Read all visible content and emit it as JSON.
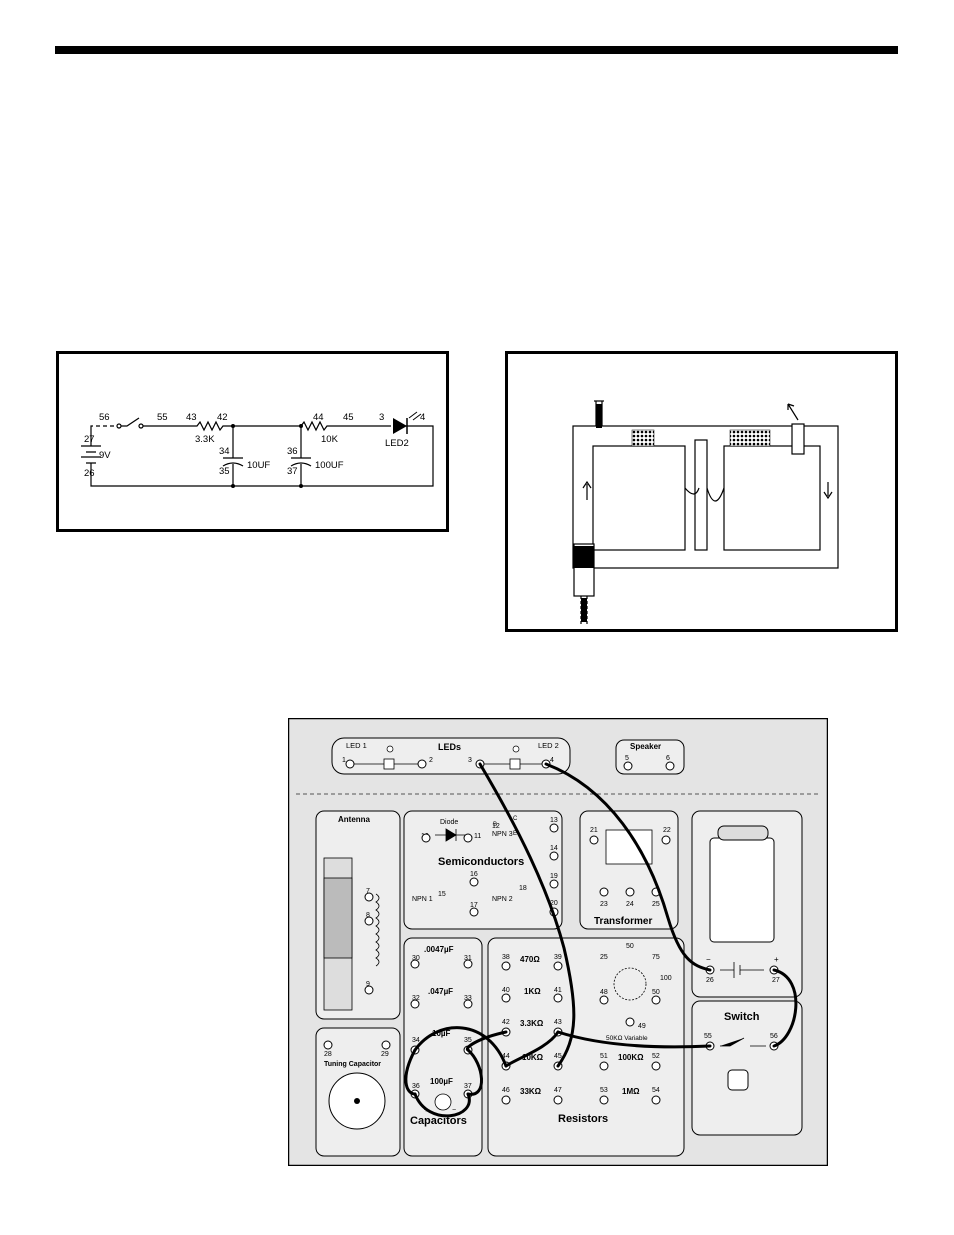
{
  "schematic": {
    "nodes": {
      "n56": "56",
      "n55": "55",
      "n43": "43",
      "n42": "42",
      "n44": "44",
      "n45": "45",
      "n3": "3",
      "n4": "4",
      "n27": "27",
      "n26": "26",
      "n34": "34",
      "n35": "35",
      "n36": "36",
      "n37": "37"
    },
    "battery_label": "9V",
    "r1_label": "3.3K",
    "r2_label": "10K",
    "c1_label": "10UF",
    "c2_label": "100UF",
    "led_label": "LED2"
  },
  "board": {
    "leds": {
      "title": "LEDs",
      "led1": "LED 1",
      "led2": "LED 2",
      "t1": "1",
      "t2": "2",
      "t3": "3",
      "t4": "4"
    },
    "speaker": {
      "title": "Speaker",
      "t5": "5",
      "t6": "6"
    },
    "antenna": {
      "title": "Antenna",
      "t7": "7",
      "t8": "8",
      "t9": "9"
    },
    "semis": {
      "title": "Semiconductors",
      "diode": "Diode",
      "npn3": "NPN 3",
      "npn1": "NPN 1",
      "npn2": "NPN 2",
      "t10": "10",
      "t11": "11",
      "t12": "12",
      "t13": "13",
      "t14": "14",
      "t15": "15",
      "t16": "16",
      "t17": "17",
      "t18": "18",
      "t19": "19",
      "t20": "20",
      "b": "B",
      "c": "C",
      "e": "E"
    },
    "transformer": {
      "title": "Transformer",
      "t21": "21",
      "t22": "22",
      "t23": "23",
      "t24": "24",
      "t25": "25"
    },
    "battery": {
      "minus": "−",
      "plus": "+",
      "t26": "26",
      "t27": "27"
    },
    "capacitors": {
      "title": "Capacitors",
      "c1": ".0047µF",
      "c2": ".047µF",
      "c3": "10µF",
      "c4": "100µF",
      "t30": "30",
      "t31": "31",
      "t32": "32",
      "t33": "33",
      "t34": "34",
      "t35": "35",
      "t36": "36",
      "t37": "37",
      "plus": "+",
      "minus": "−"
    },
    "resistors": {
      "title": "Resistors",
      "r470": "470Ω",
      "r1k": "1KΩ",
      "r33k": "3.3KΩ",
      "r10k": "10KΩ",
      "r33kk": "33KΩ",
      "r100k": "100KΩ",
      "r1m": "1MΩ",
      "var": "50KΩ Variable",
      "t38": "38",
      "t39": "39",
      "t40": "40",
      "t41": "41",
      "t42": "42",
      "t43": "43",
      "t44": "44",
      "t45": "45",
      "t46": "46",
      "t47": "47",
      "t48": "48",
      "t49": "49",
      "t50": "50",
      "t51": "51",
      "t52": "52",
      "t53": "53",
      "t54": "54",
      "d25": "25",
      "d50": "50",
      "d75": "75",
      "d100": "100"
    },
    "tuning": {
      "title": "Tuning Capacitor",
      "t28": "28",
      "t29": "29"
    },
    "switch": {
      "title": "Switch",
      "t55": "55",
      "t56": "56"
    }
  },
  "colors": {
    "ink": "#000000",
    "board": "#e4e4e4",
    "module": "#eeeeee"
  }
}
